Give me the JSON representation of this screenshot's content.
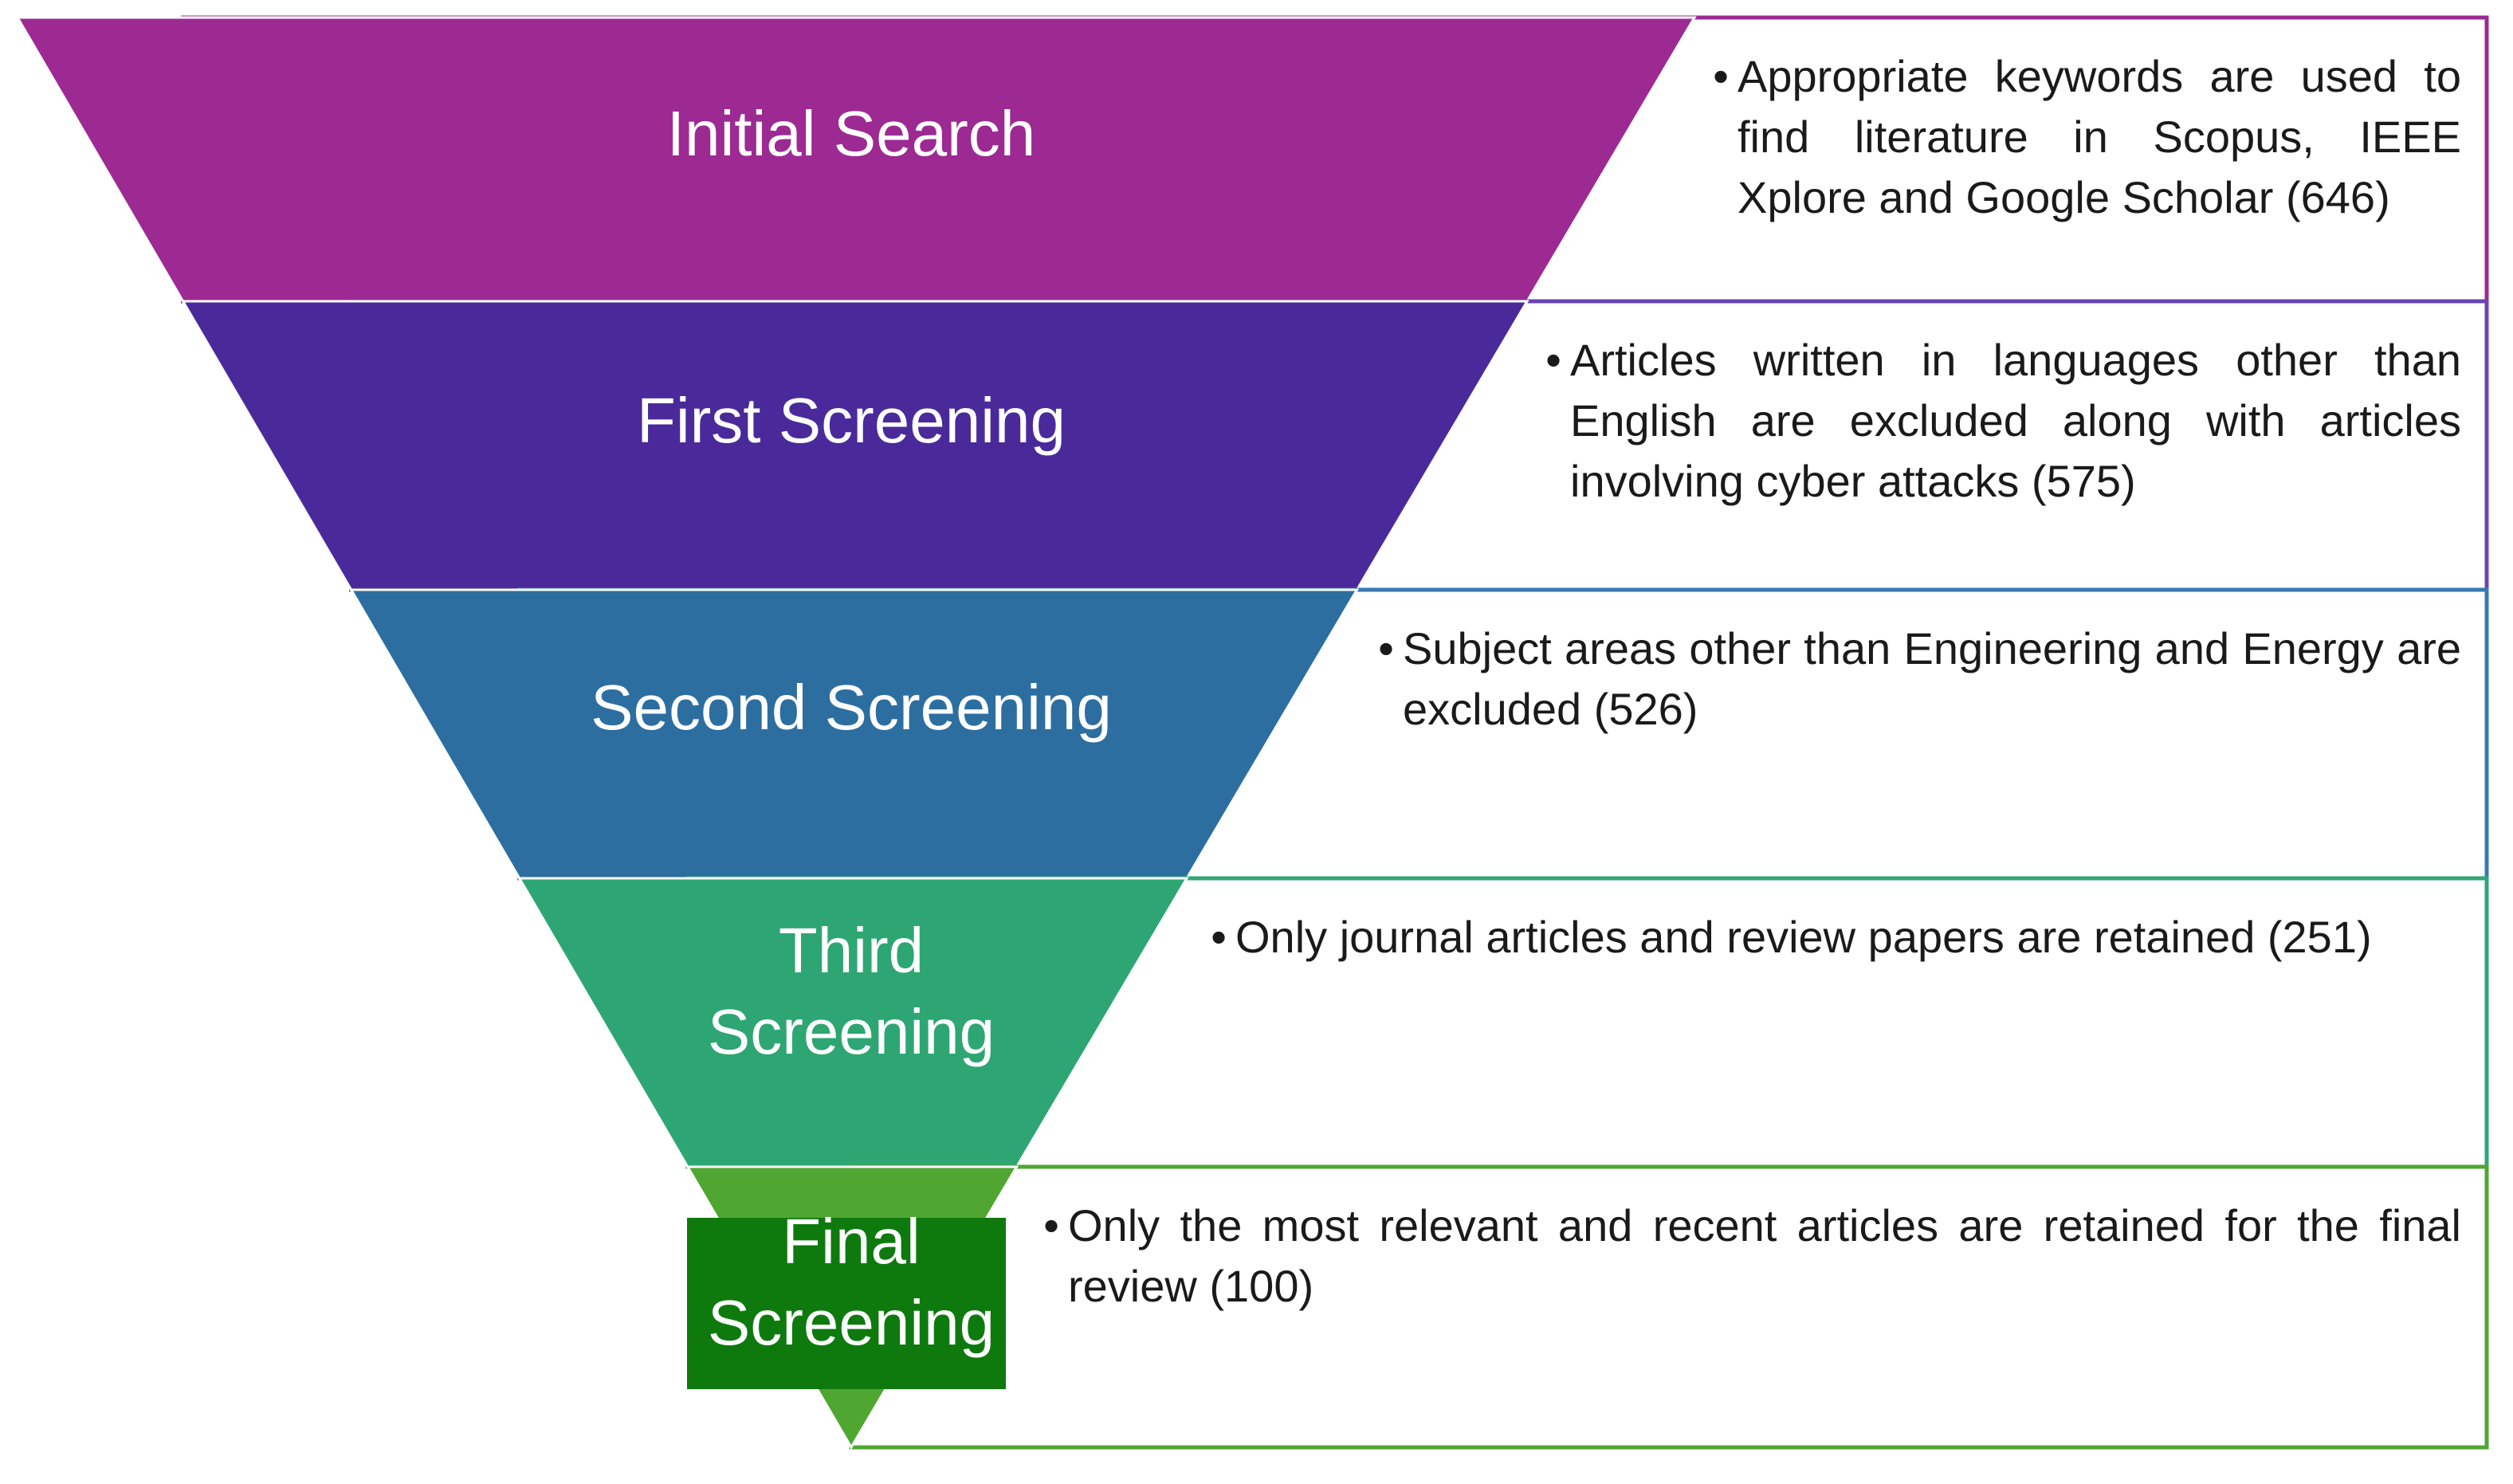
{
  "funnel": {
    "stages": [
      {
        "label_lines": [
          "Initial Search"
        ],
        "fill": "#9C2A92",
        "border": "#9C2A92",
        "note": "Appropriate keywords are used to find literature in Scopus, IEEE Xplore and Google Scholar (646)"
      },
      {
        "label_lines": [
          "First Screening"
        ],
        "fill": "#4A2A9A",
        "border": "#6A45B5",
        "note": "Articles written in languages other than English are excluded along with articles involving cyber attacks (575)"
      },
      {
        "label_lines": [
          "Second Screening"
        ],
        "fill": "#2D6EA0",
        "border": "#3A78B0",
        "note": "Subject areas other than Engineering and Energy are excluded (526)"
      },
      {
        "label_lines": [
          "Third",
          "Screening"
        ],
        "fill": "#2EA673",
        "border": "#32A578",
        "note": "Only journal articles and review papers are retained (251)"
      },
      {
        "label_lines": [
          "Final",
          "Screening"
        ],
        "fill": "#4FA631",
        "border": "#4FA631",
        "label_highlight": "#0E7A0E",
        "note": "Only the most relevant and recent articles are retained for the final review (100)"
      }
    ],
    "bullet_char": "•"
  }
}
